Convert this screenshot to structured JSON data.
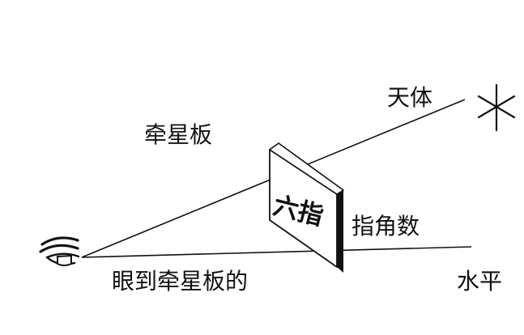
{
  "labels": {
    "celestial_body": "天体",
    "board_title": "牵星板",
    "board_text": "六指",
    "finger_count": "指角数",
    "eye_to_board": "眼到牵星板的",
    "horizon": "水平"
  },
  "icons": {
    "eye": "eye-icon",
    "star": "star-icon"
  },
  "colors": {
    "ink": "#111111",
    "background": "#ffffff"
  }
}
